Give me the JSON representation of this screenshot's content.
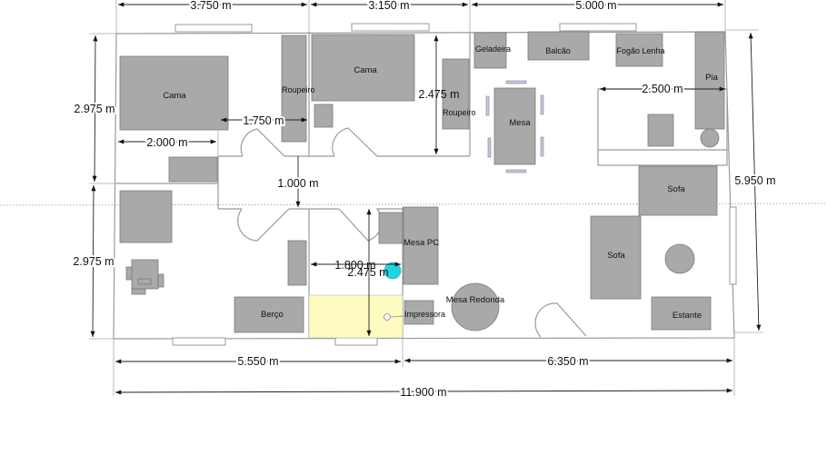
{
  "dimensions": {
    "top_left": "3.750 m",
    "top_middle": "3.150 m",
    "top_right": "5.000 m",
    "left_upper": "2.975 m",
    "left_lower": "2.975 m",
    "right_total": "5.950 m",
    "bottom_left": "5.550 m",
    "bottom_right": "6.350 m",
    "bottom_total": "11.900 m",
    "bed_to_wall": "1.750 m",
    "bed_width": "2.000 m",
    "room2_depth": "2.475 m",
    "corridor_width": "1.000 m",
    "office_width": "1.800 m",
    "office_depth": "2.475 m",
    "kitchen_counter": "2.500 m"
  },
  "furniture": {
    "cama_1": "Cama",
    "cama_2": "Cama",
    "roupeiro_1": "Roupeiro",
    "roupeiro_2": "Roupeiro",
    "geladeira": "Geladeira",
    "balcao": "Balcão",
    "fogao": "Fogão Lenha",
    "pia": "Pia",
    "mesa": "Mesa",
    "mesa_pc": "Mesa PC",
    "mesa_redonda": "Mesa Redonda",
    "impressora": "Impressora",
    "berco": "Berço",
    "sofa_1": "Sofa",
    "sofa_2": "Sofa",
    "estante": "Estante"
  },
  "colors": {
    "furniture": "#a9a9a9",
    "highlight_area": "#fdfbbf",
    "marker": "#22d3e0"
  }
}
